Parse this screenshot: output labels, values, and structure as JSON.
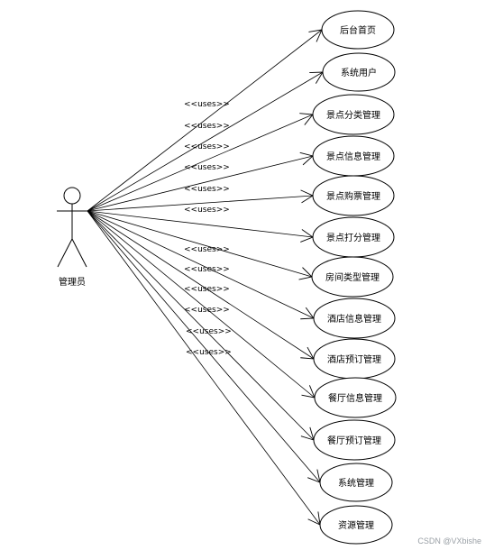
{
  "actor": {
    "name": "管理员"
  },
  "stereotype": "<<uses>>",
  "use_cases": [
    {
      "label": "后台首页"
    },
    {
      "label": "系统用户"
    },
    {
      "label": "景点分类管理"
    },
    {
      "label": "景点信息管理"
    },
    {
      "label": "景点购票管理"
    },
    {
      "label": "景点打分管理"
    },
    {
      "label": "房间类型管理"
    },
    {
      "label": "酒店信息管理"
    },
    {
      "label": "酒店预订管理"
    },
    {
      "label": "餐厅信息管理"
    },
    {
      "label": "餐厅预订管理"
    },
    {
      "label": "系统管理"
    },
    {
      "label": "资源管理"
    }
  ],
  "watermark": "CSDN @VXbishe"
}
